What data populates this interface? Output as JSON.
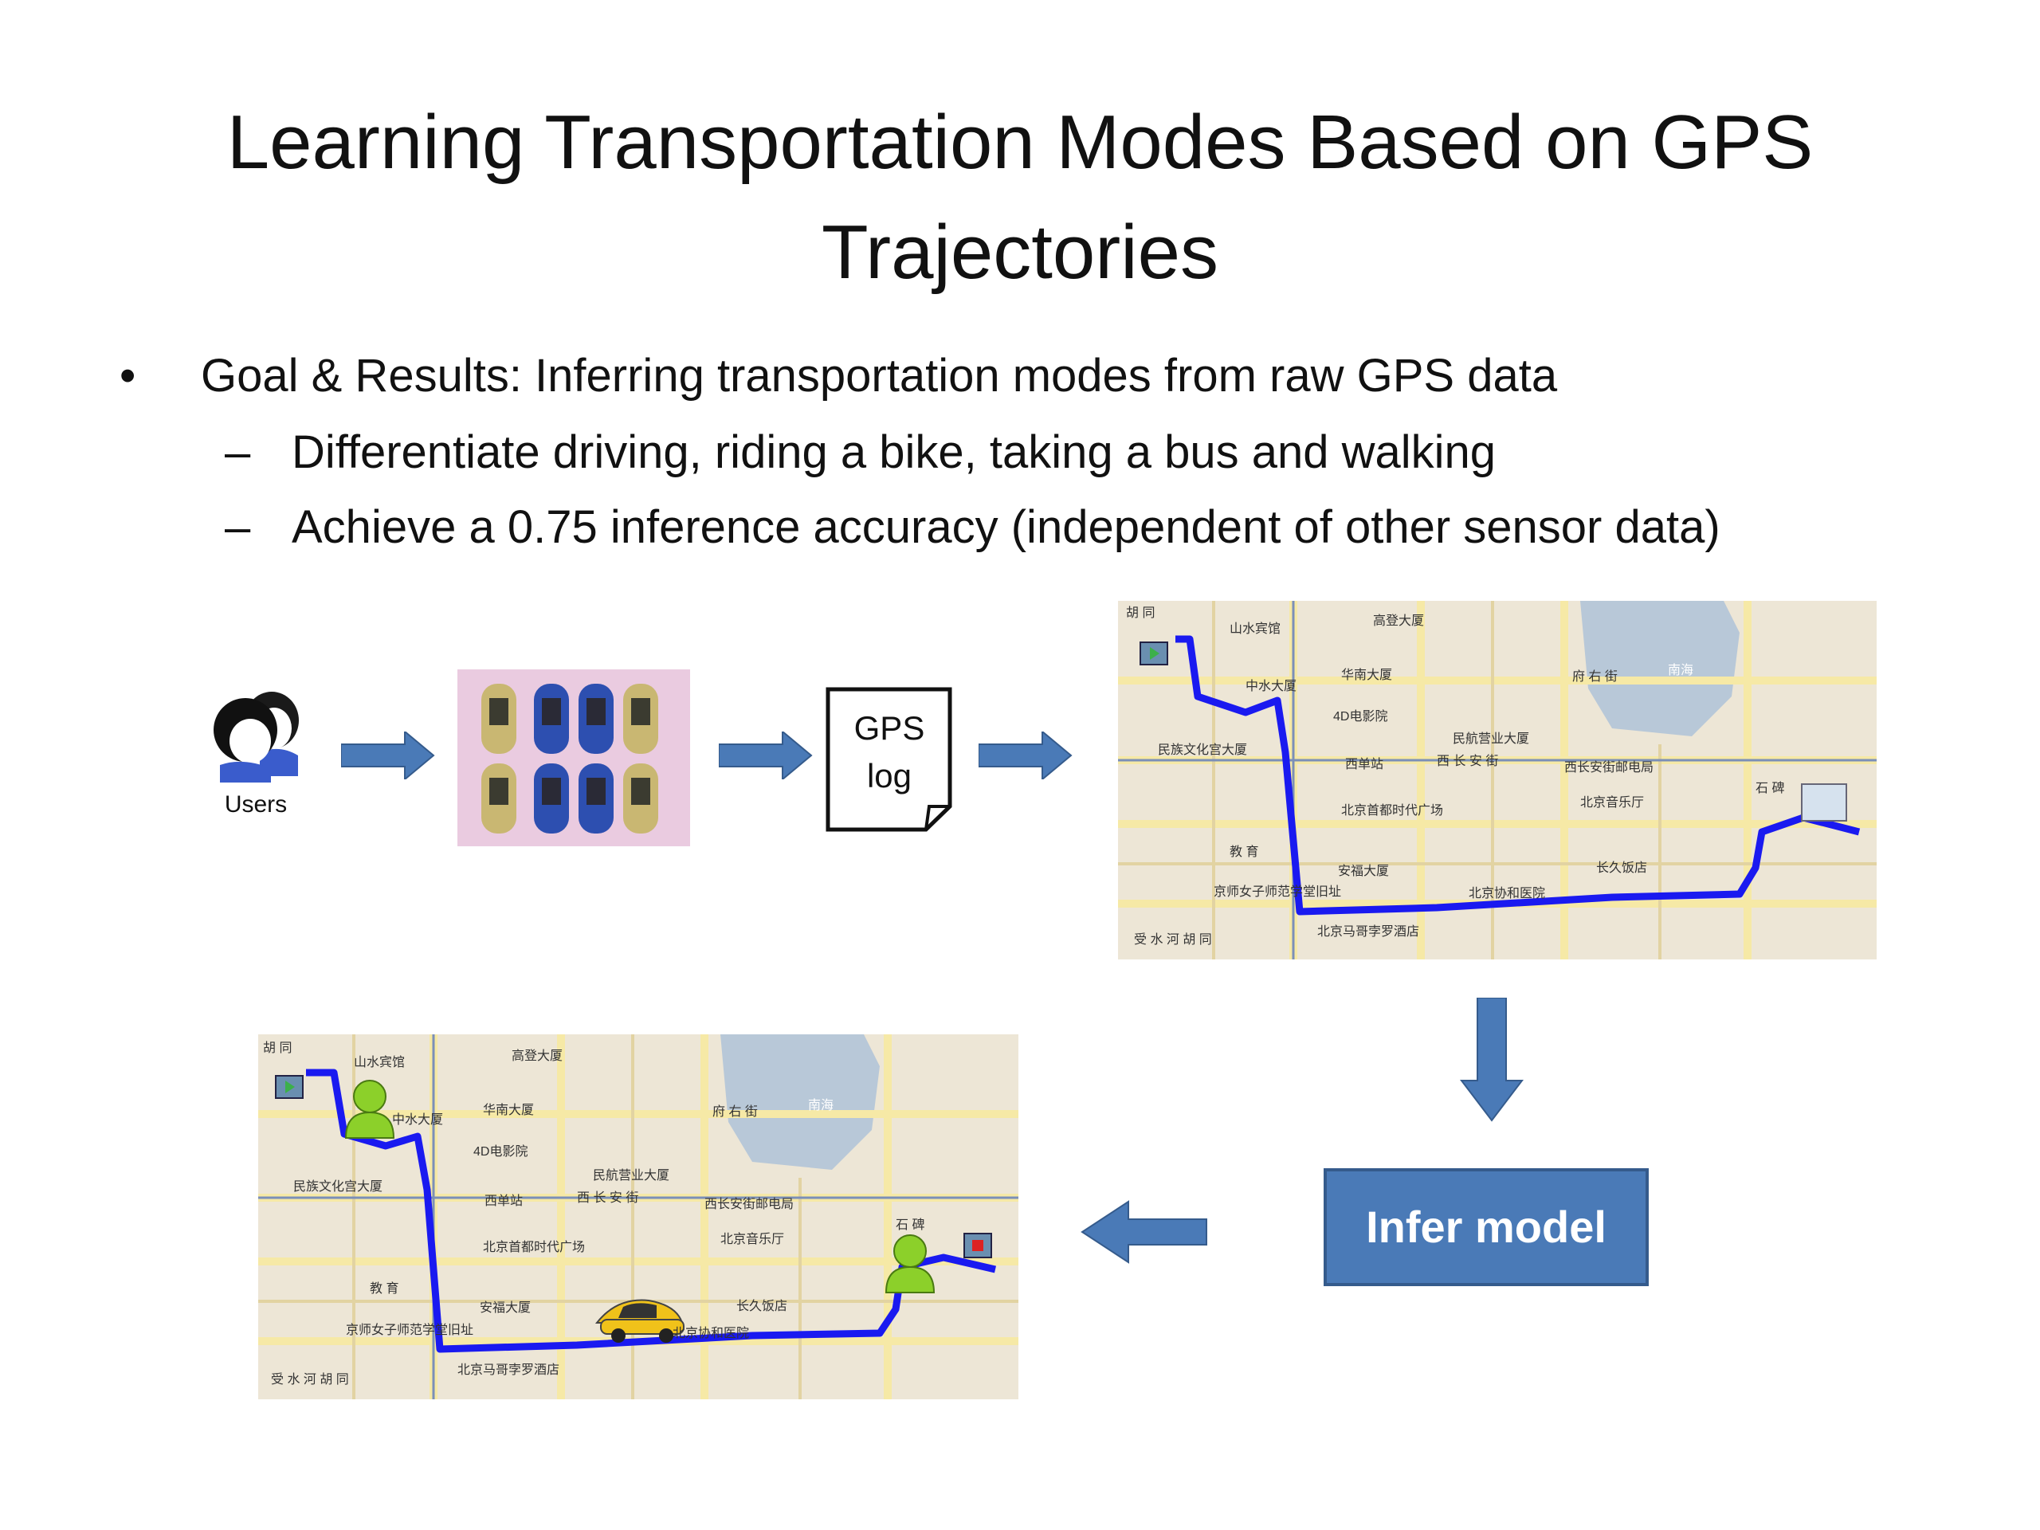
{
  "slide": {
    "title_line1": "Learning Transportation Modes Based on GPS",
    "title_line2": "Trajectories",
    "bullet_main": "Goal & Results: Inferring transportation modes from raw GPS data",
    "sub1": "Differentiate driving, riding a bike, taking a bus and walking",
    "sub2": "Achieve a 0.75 inference accuracy (independent of other sensor data)"
  },
  "flow": {
    "users_label": "Users",
    "gps_log_line1": "GPS",
    "gps_log_line2": "log",
    "infer_label": "Infer model"
  },
  "map": {
    "labels": [
      "山水宾馆",
      "高登大厦",
      "华南大厦",
      "中水大厦",
      "4D电影院",
      "民航营业大厦",
      "民族文化宫大厦",
      "西单站",
      "西 长 安 街",
      "西长安街邮电局",
      "北京音乐厅",
      "北京首都时代广场",
      "教 育",
      "安福大厦",
      "长久饭店",
      "京师女子师范学堂旧址",
      "北京协和医院",
      "北京马哥孛罗酒店",
      "受 水 河 胡 同",
      "胡 同",
      "府 右 街",
      "石 碑",
      "南海"
    ]
  },
  "colors": {
    "route": "#1a1af0",
    "arrow": "#4a7ab7",
    "map_bg": "#ede6d6",
    "water": "#b8c8d8",
    "road": "#f6e9a6",
    "infer_box": "#4a7ab7"
  }
}
